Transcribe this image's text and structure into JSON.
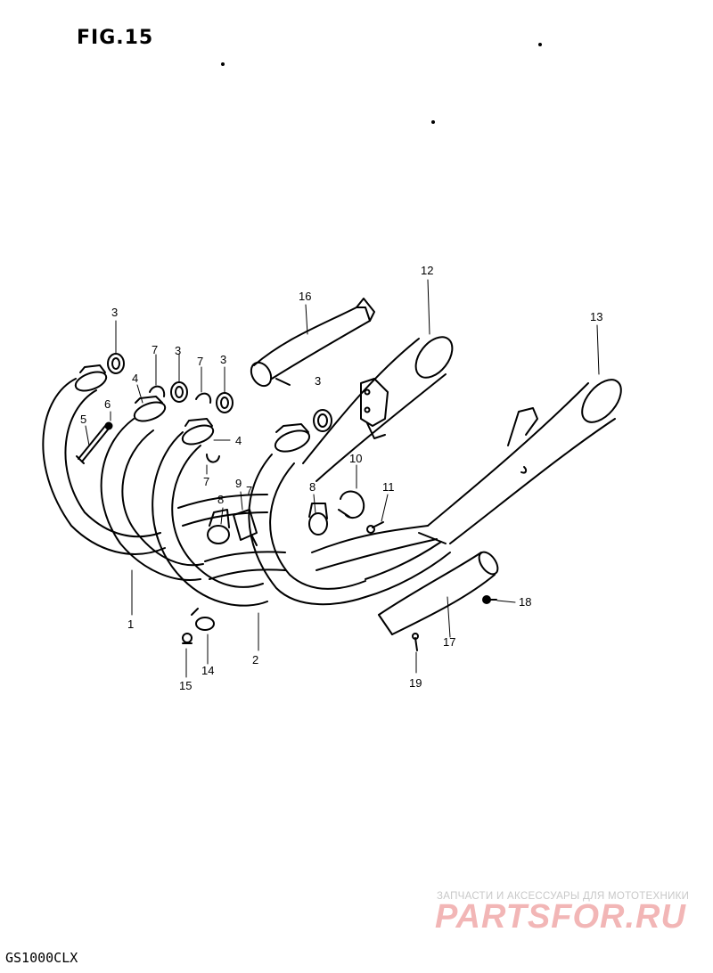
{
  "figure": {
    "title": "FIG.15"
  },
  "model": {
    "code": "GS1000CLX"
  },
  "watermark": {
    "tagline": "ЗАПЧАСТИ И АКСЕССУАРЫ ДЛЯ МОТОТЕХНИКИ",
    "logo": "PARTSFOR.RU",
    "logo_color": "#f2b6b6"
  },
  "callouts": {
    "c1": "1",
    "c2": "2",
    "c3a": "3",
    "c3b": "3",
    "c3c": "3",
    "c3d": "3",
    "c4a": "4",
    "c4b": "4",
    "c5": "5",
    "c6": "6",
    "c7a": "7",
    "c7b": "7",
    "c7c": "7",
    "c7d": "7",
    "c8a": "8",
    "c8b": "8",
    "c9": "9",
    "c10": "10",
    "c11": "11",
    "c12": "12",
    "c13": "13",
    "c14": "14",
    "c15": "15",
    "c16": "16",
    "c17": "17",
    "c18": "18",
    "c19": "19"
  }
}
